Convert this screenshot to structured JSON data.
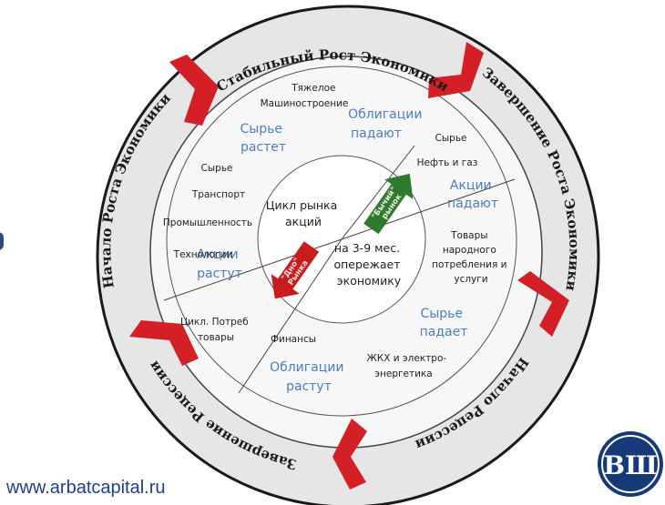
{
  "ring": {
    "top": "Стабильный Рост Экономики",
    "right": "Завершение Роста Экономики",
    "bottom_right": "Начало Рецессии",
    "bottom_left": "Завершение Рецессии",
    "left": "Начало Роста Экономики"
  },
  "sectors": {
    "heavy_industry": [
      "Тяжелое",
      "Машиностроение"
    ],
    "raw_growing": [
      "Сырье",
      "растет"
    ],
    "bonds_falling": [
      "Облигации",
      "падают"
    ],
    "raw_material": "Сырье",
    "oil_gas": "Нефть и газ",
    "stocks_falling": [
      "Акции",
      "падают"
    ],
    "consumer_goods": [
      "Товары",
      "народного",
      "потребления и",
      "услуги"
    ],
    "raw_falling": [
      "Сырье",
      "падает"
    ],
    "utilities": [
      "ЖКХ и электро-",
      "энергетика"
    ],
    "bonds_growing": [
      "Облигации",
      "растут"
    ],
    "finance": "Финансы",
    "cyclical_goods": [
      "Цикл. Потреб",
      "товары"
    ],
    "stocks_growing": [
      "Акции",
      "растут"
    ],
    "technology": "Технологии",
    "industry": "Промышленность",
    "transport": "Транспорт",
    "raw_left": "Сырье"
  },
  "core": {
    "cycle": [
      "Цикл рынка",
      "акций"
    ],
    "leads": [
      "на 3-9 мес.",
      "опережает",
      "экономику"
    ],
    "bull": [
      "\"Бычий\"",
      "рынок"
    ],
    "bear": [
      "\"Дно\"",
      "Рынка"
    ]
  },
  "footer": {
    "url": "www.arbatcapital.ru"
  },
  "logo": {
    "letters": "ВШ"
  },
  "colors": {
    "outer_ring": "#e6e6e6",
    "disc": "#f7f7f7",
    "arrows": "#d41f26",
    "blue_text": "#4a7fc1",
    "bull_arrow": "#2f7a2f",
    "bear_arrow": "#c91d1d",
    "logo_blue": "#163a78"
  }
}
